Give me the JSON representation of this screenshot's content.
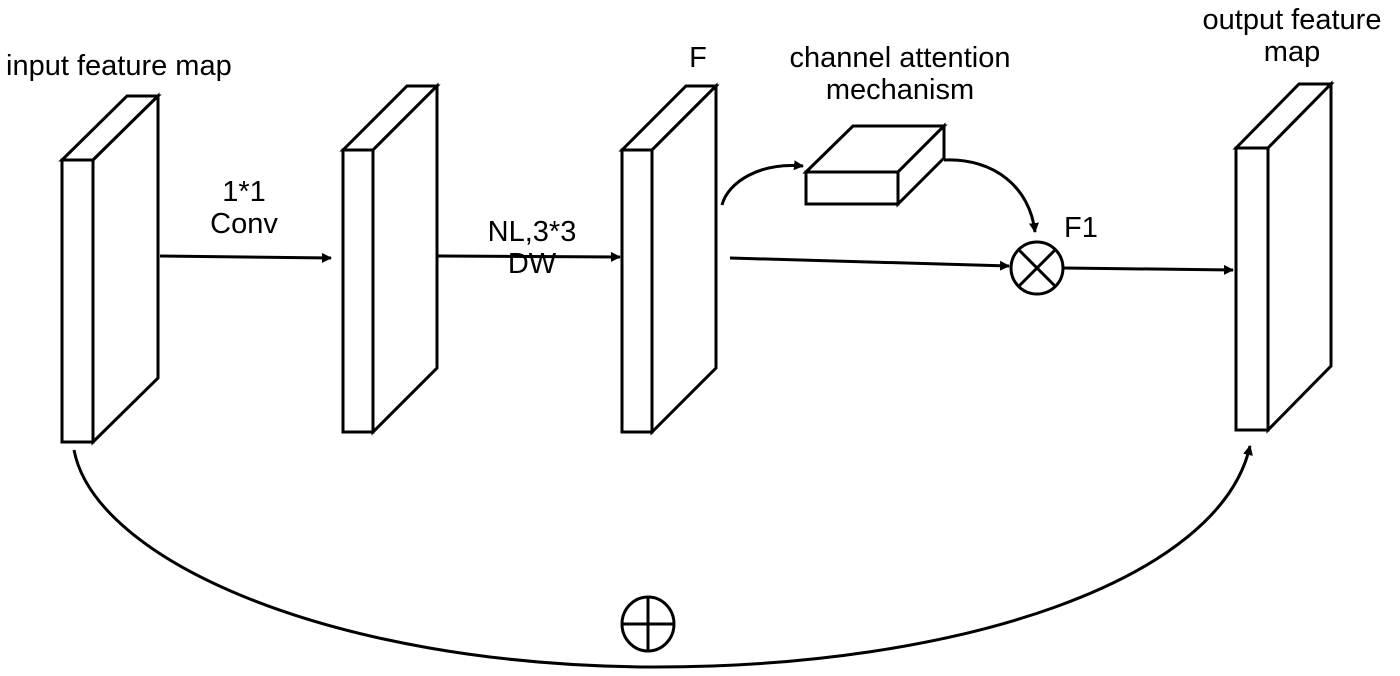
{
  "labels": {
    "input": "input feature map",
    "conv_line1": "1*1",
    "conv_line2": "Conv",
    "dw_line1": "NL,3*3",
    "dw_line2": "DW",
    "f": "F",
    "attention_line1": "channel attention",
    "attention_line2": "mechanism",
    "f1": "F1",
    "output_line1": "output feature",
    "output_line2": "map"
  },
  "colors": {
    "stroke": "#000000",
    "fill": "#ffffff"
  }
}
